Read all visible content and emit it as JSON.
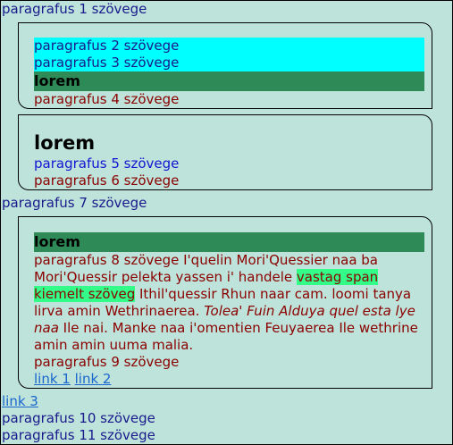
{
  "p1": "paragrafus 1 szövege",
  "box1": {
    "p2": "paragrafus 2 szövege",
    "p3": "paragrafus 3 szövege",
    "heading": "lorem",
    "p4": "paragrafus 4 szövege"
  },
  "box2": {
    "heading": "lorem",
    "p5": "paragrafus 5 szövege",
    "p6": "paragrafus 6 szövege"
  },
  "p7": "paragrafus 7 szövege",
  "box3": {
    "heading": "lorem",
    "p8_start": "paragrafus 8 szövege I'quelin Mori'Quessier naa ba Mori'Quessir pelekta yassen i' handele ",
    "p8_highlight": "vastag span kiemelt szöveg",
    "p8_mid": " Ithil'quessir Rhun naar cam. loomi tanya lirva amin Wethrinaerea. ",
    "p8_italic": "Tolea' Fuin Alduya quel esta lye naa",
    "p8_end": " Ile nai. Manke naa i'omentien Feuyaerea Ile wethrine amin amin uuma malia.",
    "p9": "paragrafus 9 szövege",
    "link1": "link 1",
    "link2": "link 2"
  },
  "link3": "link 3",
  "p10": "paragrafus 10 szövege",
  "p11": "paragrafus 11 szövege"
}
